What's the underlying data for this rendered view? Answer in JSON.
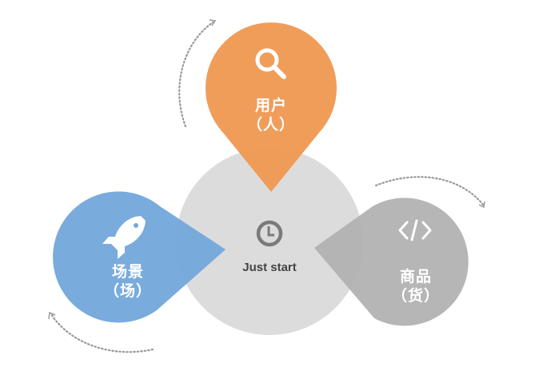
{
  "diagram": {
    "center": {
      "label": "Just start",
      "icon": "clock-icon",
      "color": "#dcdcdc"
    },
    "nodes": [
      {
        "id": "user",
        "title": "用户",
        "subtitle": "（人）",
        "icon": "search-icon",
        "color": "#ef9a55"
      },
      {
        "id": "scene",
        "title": "场景",
        "subtitle": "（场）",
        "icon": "rocket-icon",
        "color": "#74a8dc"
      },
      {
        "id": "goods",
        "title": "商品",
        "subtitle": "（货）",
        "icon": "code-icon",
        "color": "#b3b3b3"
      }
    ],
    "connectors": "dotted-arc-arrows"
  }
}
